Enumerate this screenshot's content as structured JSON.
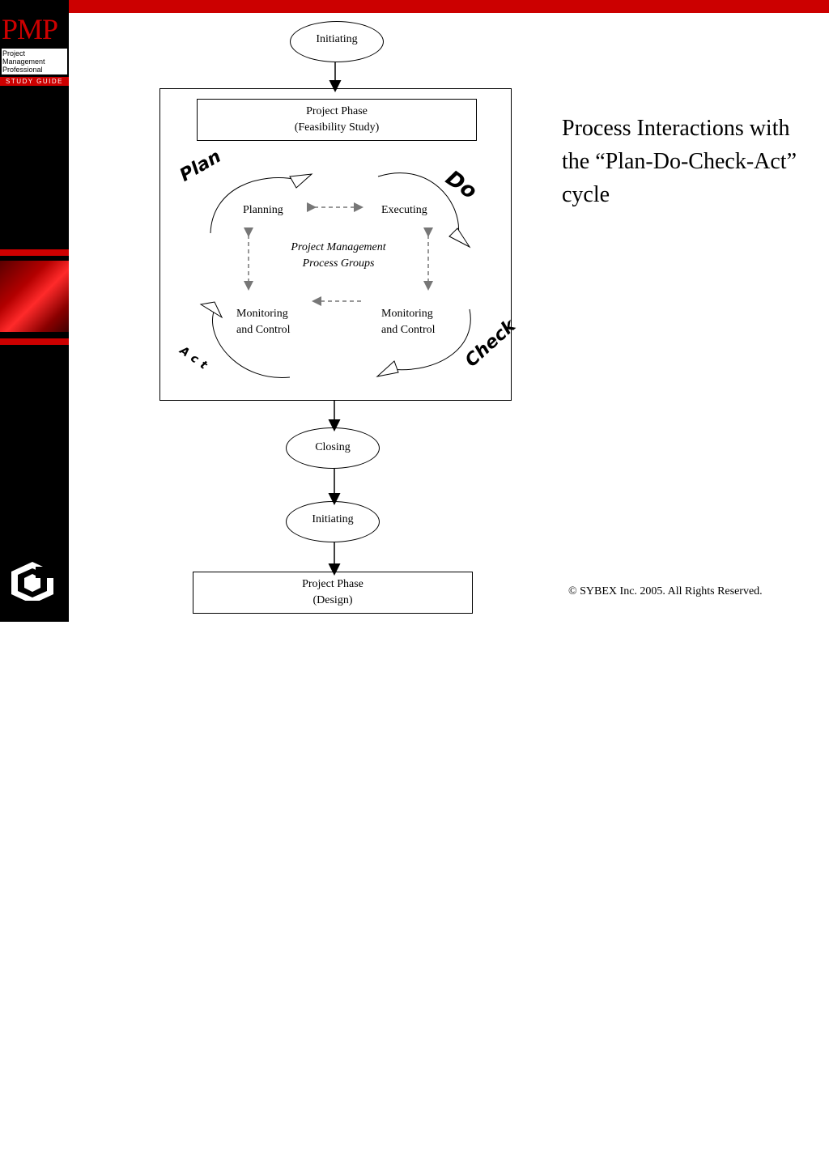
{
  "branding": {
    "logo_title": "PMP",
    "logo_subtitle_lines": [
      "Project",
      "Management",
      "Professional"
    ],
    "logo_tag": "STUDY GUIDE",
    "publisher": "SYBEX",
    "accent_color": "#cc0000"
  },
  "slide": {
    "headline": "Process Interactions with the “Plan-Do-Check-Act” cycle",
    "copyright": "© SYBEX Inc. 2005. All Rights Reserved."
  },
  "diagram": {
    "top_node": "Initiating",
    "phase_top": {
      "line1": "Project Phase",
      "line2": "(Feasibility Study)"
    },
    "cycle_labels": {
      "plan": "Plan",
      "do": "Do",
      "check": "Check",
      "act": "Act"
    },
    "groups": {
      "planning": "Planning",
      "executing": "Executing",
      "center_line1": "Project Management",
      "center_line2": "Process Groups",
      "monitor_left_1": "Monitoring",
      "monitor_left_2": "and Control",
      "monitor_right_1": "Monitoring",
      "monitor_right_2": "and Control"
    },
    "closing": "Closing",
    "bottom_node": "Initiating",
    "phase_bottom": {
      "line1": "Project Phase",
      "line2": "(Design)"
    }
  }
}
